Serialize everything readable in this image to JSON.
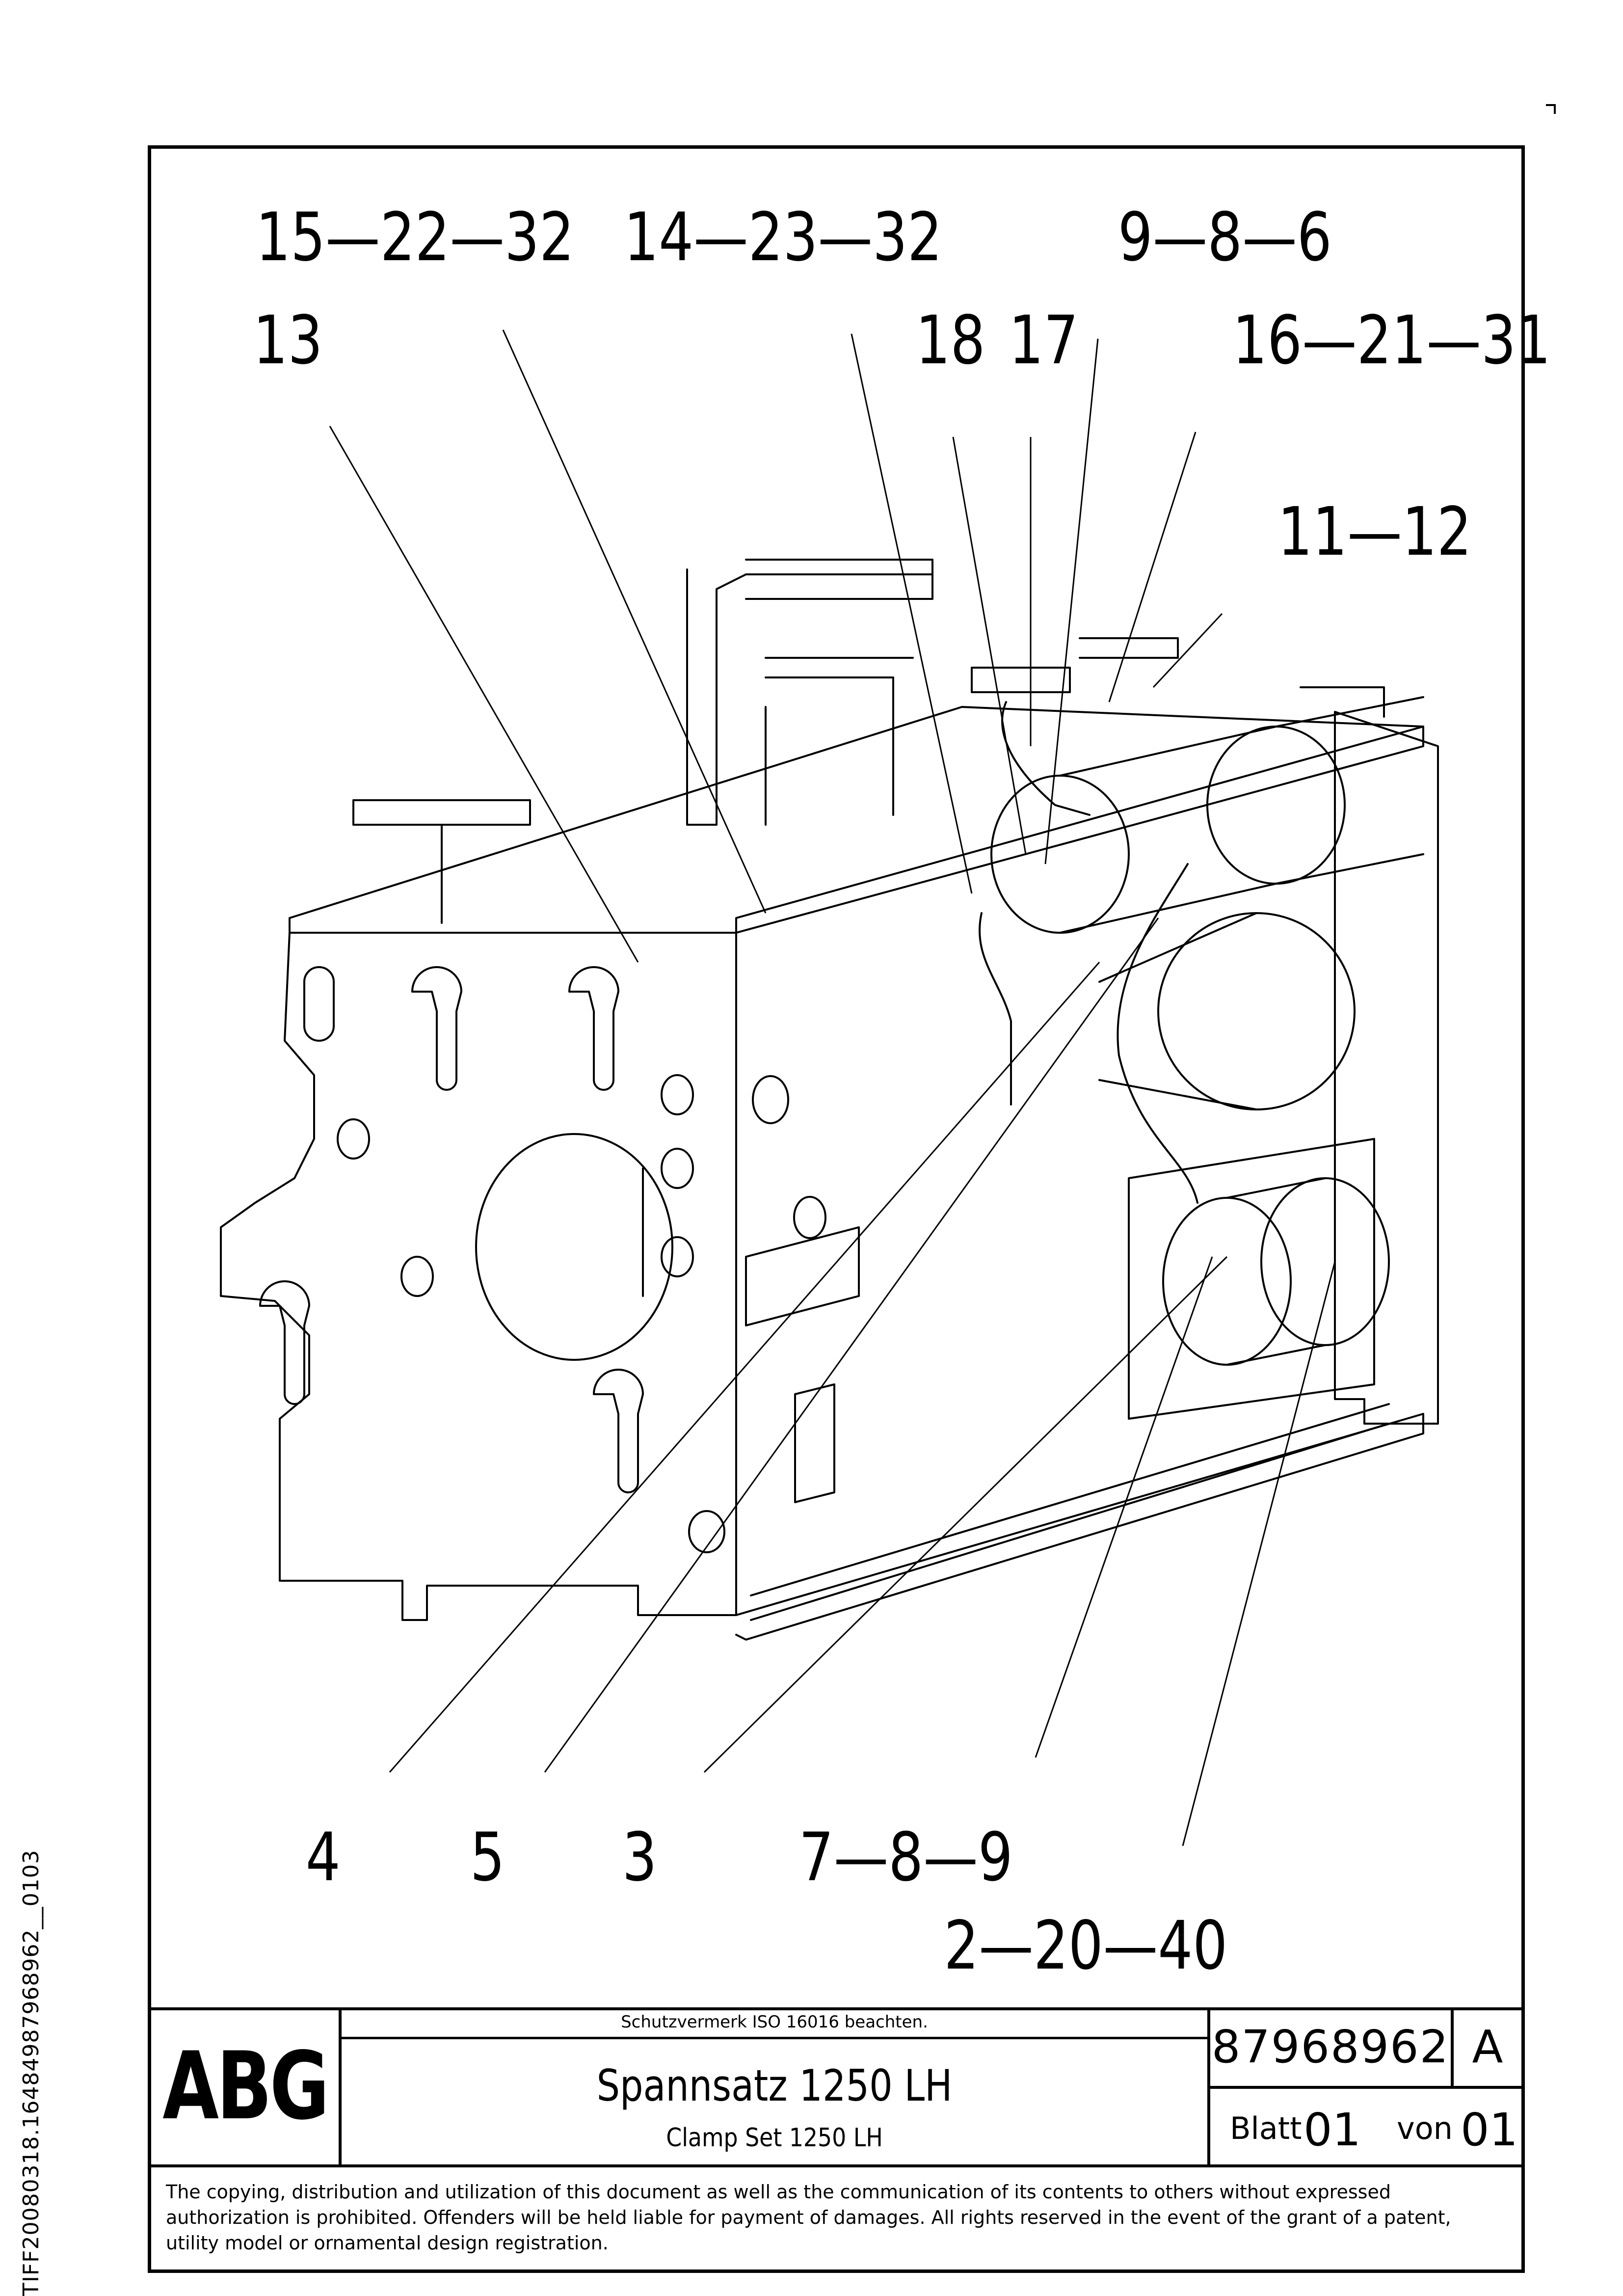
{
  "side_id": "TIFF20080318.16484987968962__0103",
  "callouts_top": [
    "15—22—32",
    "14—23—32",
    "9—8—6",
    "13",
    "18",
    "17",
    "16—21—31",
    "11—12"
  ],
  "callouts_bottom": [
    "4",
    "5",
    "3",
    "7—8—9",
    "2—20—40"
  ],
  "title_block": {
    "logo": "ABG",
    "notice": "Schutzvermerk ISO 16016 beachten.",
    "title": "Spannsatz 1250 LH",
    "subtitle": "Clamp Set 1250 LH",
    "doc_number": "87968962",
    "revision": "A",
    "sheet_label": "Blatt",
    "sheet_value": "01",
    "of_label": "von",
    "of_value": "01",
    "copyright": "The copying, distribution and utilization of this document as well as the communication of its contents to others without expressed authorization is prohibited. Offenders will be held liable for payment of damages. All rights reserved in the event of the grant of a patent, utility model or ornamental design registration."
  }
}
